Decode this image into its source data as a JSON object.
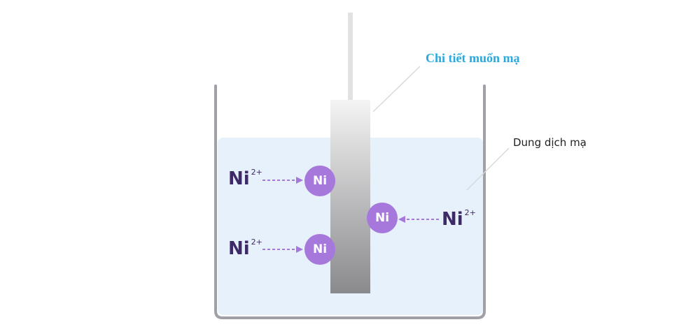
{
  "labels": {
    "part_to_plate": "Chi tiết muốn mạ",
    "plating_solution": "Dung dịch mạ"
  },
  "ions": [
    {
      "symbol": "Ni",
      "charge": "2+"
    },
    {
      "symbol": "Ni",
      "charge": "2+"
    },
    {
      "symbol": "Ni",
      "charge": "2+"
    }
  ],
  "atoms": [
    {
      "symbol": "Ni"
    },
    {
      "symbol": "Ni"
    },
    {
      "symbol": "Ni"
    }
  ],
  "colors": {
    "label_accent": "#29a9e0",
    "ion_text": "#3d2a66",
    "atom_fill": "#a678dc",
    "arrow": "#a678dc",
    "solution_fill": "#e6f1fc",
    "container_stroke": "#a0a0a6"
  }
}
